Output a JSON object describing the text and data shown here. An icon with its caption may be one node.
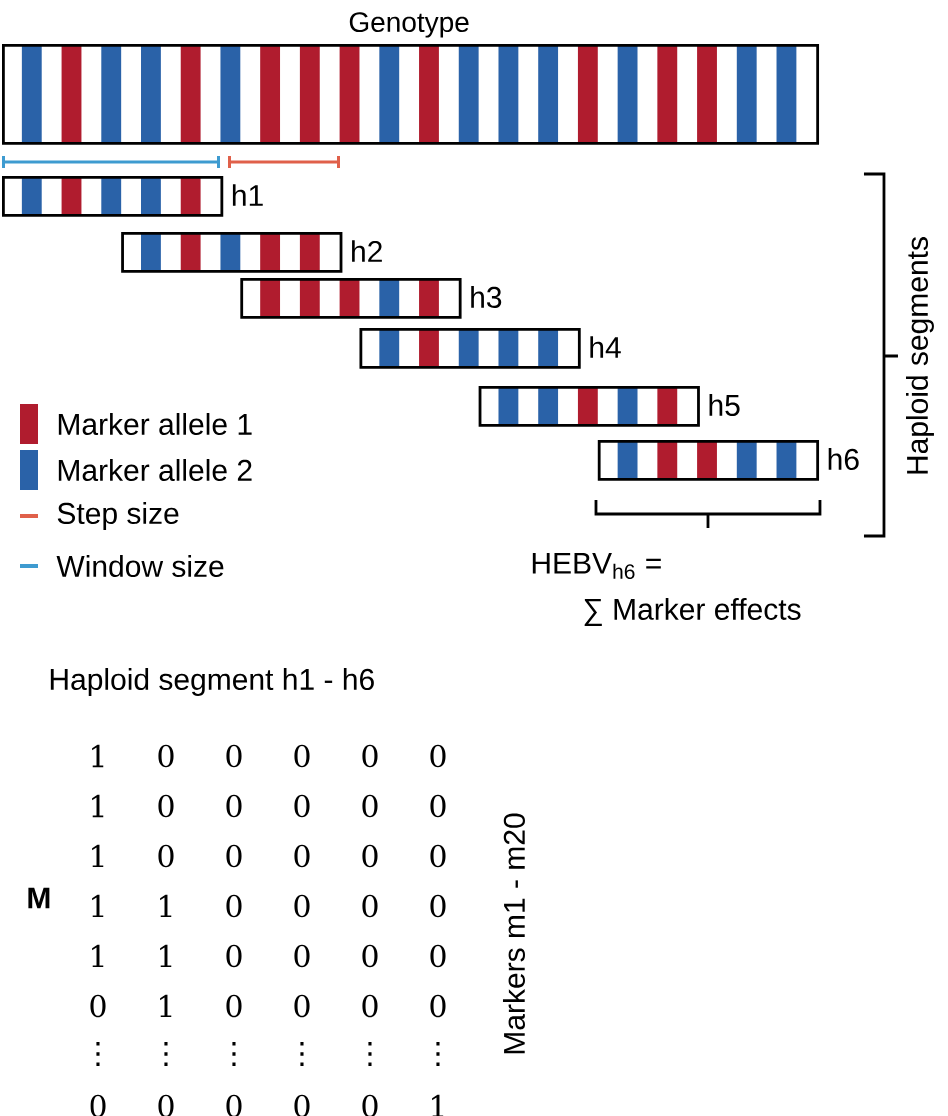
{
  "diagram": {
    "nodes": [
      {
        "text": [
          "Genotype"
        ]
      },
      {
        "text": [],
        "shape": "bar",
        "beside": [
          "h1"
        ]
      },
      {
        "text": [],
        "shape": "bar",
        "beside": [
          "h2"
        ]
      },
      {
        "text": [],
        "shape": "bar",
        "beside": [
          "h3"
        ]
      },
      {
        "text": [],
        "shape": "bar",
        "beside": [
          "h4"
        ]
      },
      {
        "text": [],
        "shape": "bar",
        "beside": [
          "h5"
        ]
      },
      {
        "text": [],
        "shape": "bar",
        "beside": [
          "h6"
        ]
      }
    ],
    "labels": [
      "Haploid segments",
      "HEBV$_{h6}$ =",
      "∑ Marker effects",
      "Haploid segment h1 - h6",
      "M",
      "Markers m1 - m20",
      "1",
      "0",
      "0",
      "0",
      "0",
      "0",
      "1",
      "0",
      "0",
      "0",
      "0",
      "0",
      "1",
      "0",
      "0",
      "0",
      "0",
      "0",
      "1",
      "1",
      "0",
      "0",
      "0",
      "0",
      "1",
      "1",
      "0",
      "0",
      "0",
      "0",
      "0",
      "1",
      "0",
      "0",
      "0",
      "0",
      "⋮",
      "⋮",
      "⋮",
      "⋮",
      "⋮",
      "⋮",
      "0",
      "0",
      "0",
      "0",
      "0",
      "1"
    ],
    "legend": [
      {
        "text": "Marker allele 1",
        "color": "#b01c2e"
      },
      {
        "text": "Marker allele 2",
        "color": "#2a62a8"
      },
      {
        "text": "Step size"
      },
      {
        "text": "Window size"
      }
    ]
  }
}
